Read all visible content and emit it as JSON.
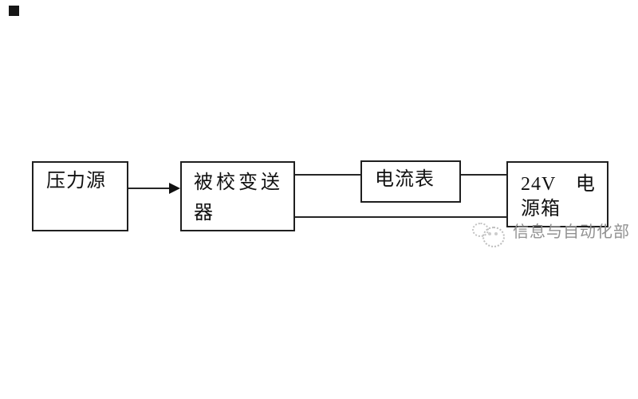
{
  "page": {
    "background": "#ffffff"
  },
  "diagram": {
    "nodes": [
      {
        "id": "pressure-source",
        "label": "压力源",
        "lines": [
          "压力源"
        ]
      },
      {
        "id": "transmitter-under-calibration",
        "label": "被校变送器",
        "lines": [
          "被校变送",
          "器"
        ]
      },
      {
        "id": "ammeter",
        "label": "电流表",
        "lines": [
          "电流表"
        ]
      },
      {
        "id": "power-supply-box",
        "label": "24V 电源箱",
        "lines": [
          "24V　电",
          "源箱"
        ]
      }
    ],
    "connections": [
      {
        "from": "pressure-source",
        "to": "transmitter-under-calibration",
        "type": "arrow"
      },
      {
        "from": "transmitter-under-calibration",
        "to": "ammeter",
        "type": "line"
      },
      {
        "from": "ammeter",
        "to": "power-supply-box",
        "type": "line"
      },
      {
        "from": "transmitter-under-calibration",
        "to": "power-supply-box",
        "type": "line"
      }
    ],
    "colors": {
      "box_border": "#1f1f1f",
      "wire": "#262626",
      "text": "#111111",
      "watermark": "#919191"
    }
  },
  "watermark": {
    "text": "信息与自动化部",
    "logo": "dotted-circles-logo"
  }
}
